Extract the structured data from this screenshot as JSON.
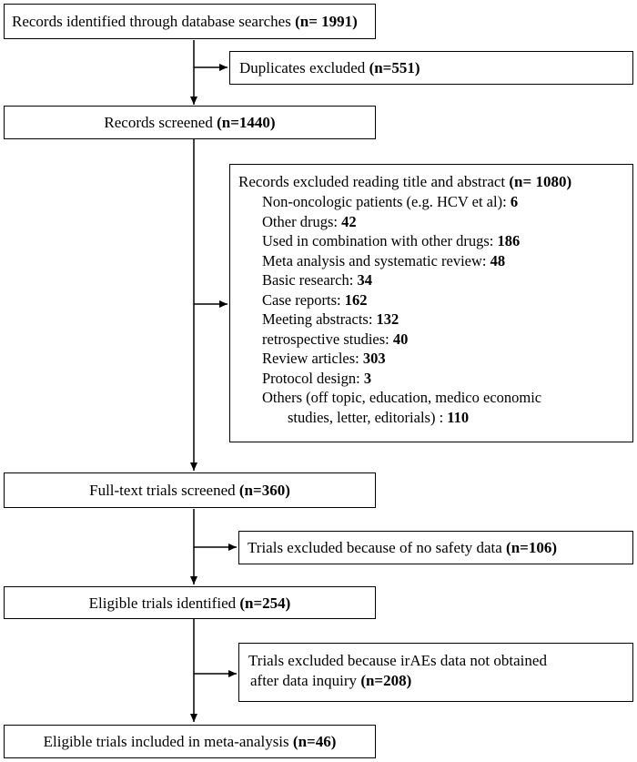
{
  "boxes": {
    "identified": {
      "text": "Records identified through database searches ",
      "num": "(n= 1991)"
    },
    "duplicates": {
      "text": "Duplicates excluded ",
      "num": "(n=551)"
    },
    "screened": {
      "text": "Records screened ",
      "num": "(n=1440)"
    },
    "excluded_title": {
      "text": "Records excluded reading title and abstract ",
      "num": "(n= 1080)",
      "items": [
        {
          "label": "Non-oncologic patients (e.g. HCV et al): ",
          "value": "6"
        },
        {
          "label": "Other drugs: ",
          "value": "42"
        },
        {
          "label": "Used in combination with other drugs: ",
          "value": "186"
        },
        {
          "label": "Meta analysis and systematic review: ",
          "value": "48"
        },
        {
          "label": "Basic research: ",
          "value": "34"
        },
        {
          "label": "Case reports: ",
          "value": "162"
        },
        {
          "label": "Meeting abstracts: ",
          "value": "132"
        },
        {
          "label": "retrospective studies: ",
          "value": "40"
        },
        {
          "label": "Review articles: ",
          "value": "303"
        },
        {
          "label": "Protocol design: ",
          "value": "3"
        }
      ],
      "others_line1": "Others (off topic, education, medico economic",
      "others_line2": "studies, letter, editorials) : ",
      "others_value": "110"
    },
    "fulltext": {
      "text": "Full-text trials screened ",
      "num": "(n=360)"
    },
    "no_safety": {
      "text": "Trials excluded because of no safety data ",
      "num": "(n=106)"
    },
    "eligible": {
      "text": "Eligible trials identified ",
      "num": "(n=254)"
    },
    "irae": {
      "line1": "Trials excluded because irAEs data not obtained",
      "line2": "after data inquiry ",
      "num": "(n=208)"
    },
    "included": {
      "text": "Eligible trials included in meta-analysis ",
      "num": "(n=46)"
    }
  }
}
